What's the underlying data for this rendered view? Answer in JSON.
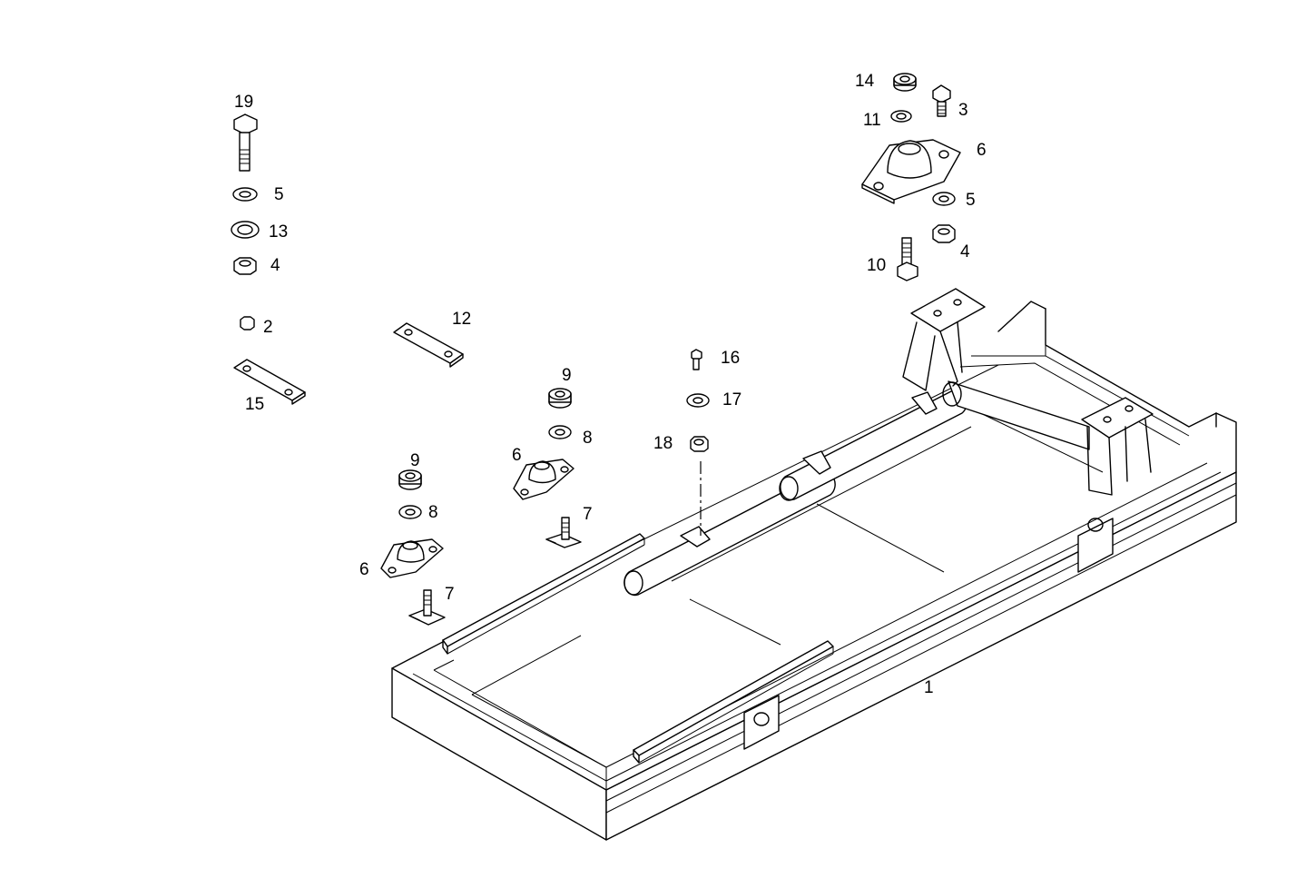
{
  "labels": {
    "l19": "19",
    "l5a": "5",
    "l13": "13",
    "l4a": "4",
    "l2": "2",
    "l15": "15",
    "l12": "12",
    "l9a": "9",
    "l8a": "8",
    "l6a": "6",
    "l7a": "7",
    "l9b": "9",
    "l8b": "8",
    "l6b": "6",
    "l7b": "7",
    "l16": "16",
    "l17": "17",
    "l18": "18",
    "l14": "14",
    "l3": "3",
    "l11": "11",
    "l6c": "6",
    "l5b": "5",
    "l4b": "4",
    "l10": "10",
    "l1": "1"
  }
}
